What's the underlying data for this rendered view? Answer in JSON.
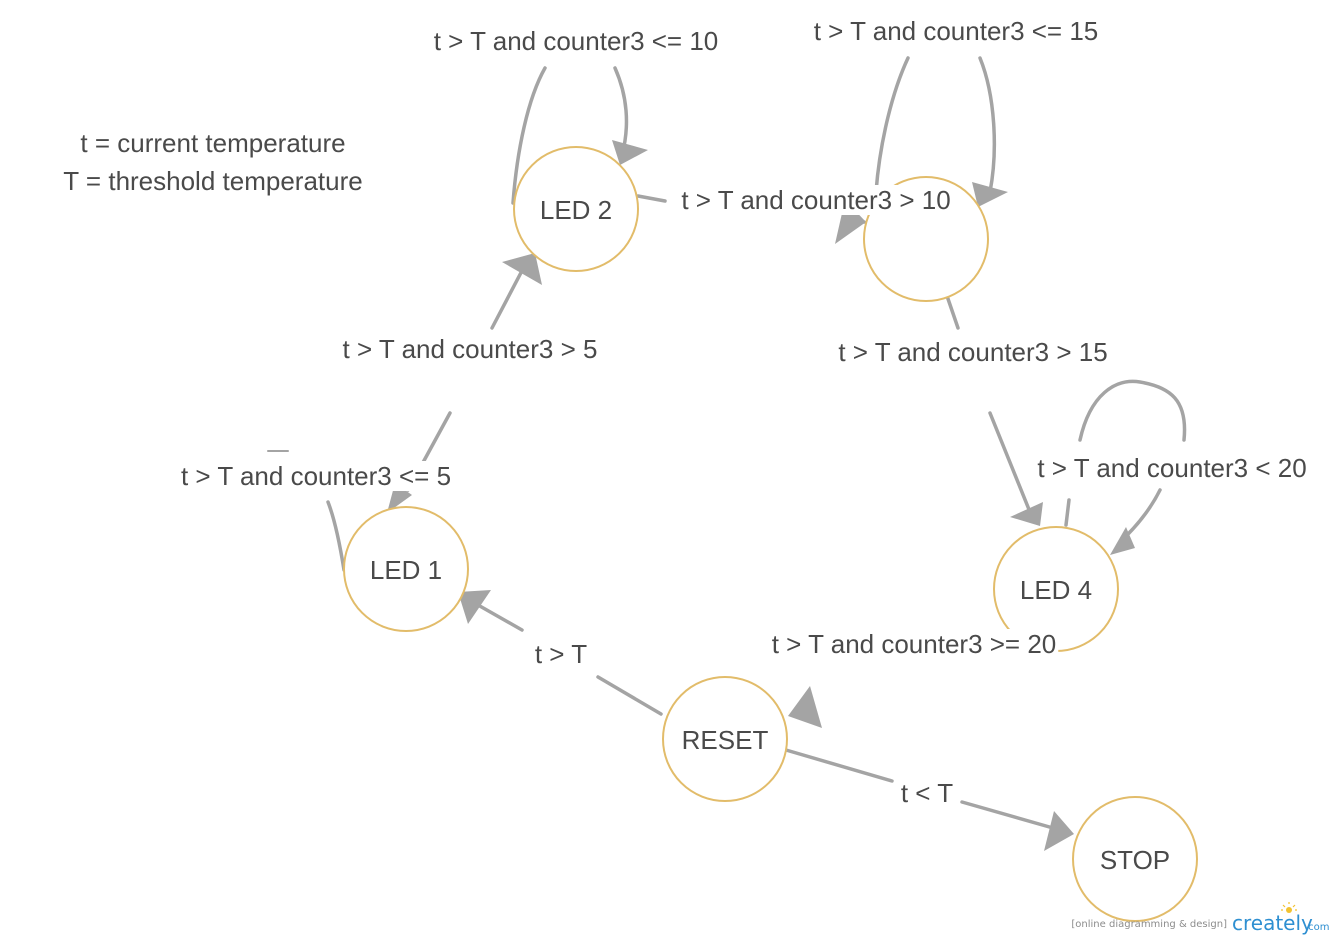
{
  "legend": {
    "line1": "t = current temperature",
    "line2": "T = threshold temperature"
  },
  "states": {
    "led2": "LED 2",
    "led3": "",
    "led1": "LED 1",
    "led4": "LED 4",
    "reset": "RESET",
    "stop": "STOP"
  },
  "transitions": {
    "led2_self": "t > T and counter3 <= 10",
    "led3_self": "t > T and counter3 <= 15",
    "led2_to_led3": "t > T and counter3 > 10",
    "led1_to_led2": "t > T and counter3 > 5",
    "led3_to_led4": "t > T and counter3 > 15",
    "led4_self": "t > T and counter3 < 20",
    "led1_self": "t > T and counter3 <= 5",
    "reset_to_led1": "t > T",
    "led4_to_reset": "t > T and counter3 >= 20",
    "reset_to_stop": "t < T"
  },
  "watermark": {
    "tagline": "[online diagramming & design]",
    "brand": "creately",
    "tld": ".com"
  },
  "colors": {
    "node_stroke": "#e2bc6a",
    "edge": "#a4a4a4",
    "text": "#4a4a4a",
    "brand": "#2e8fd1"
  }
}
